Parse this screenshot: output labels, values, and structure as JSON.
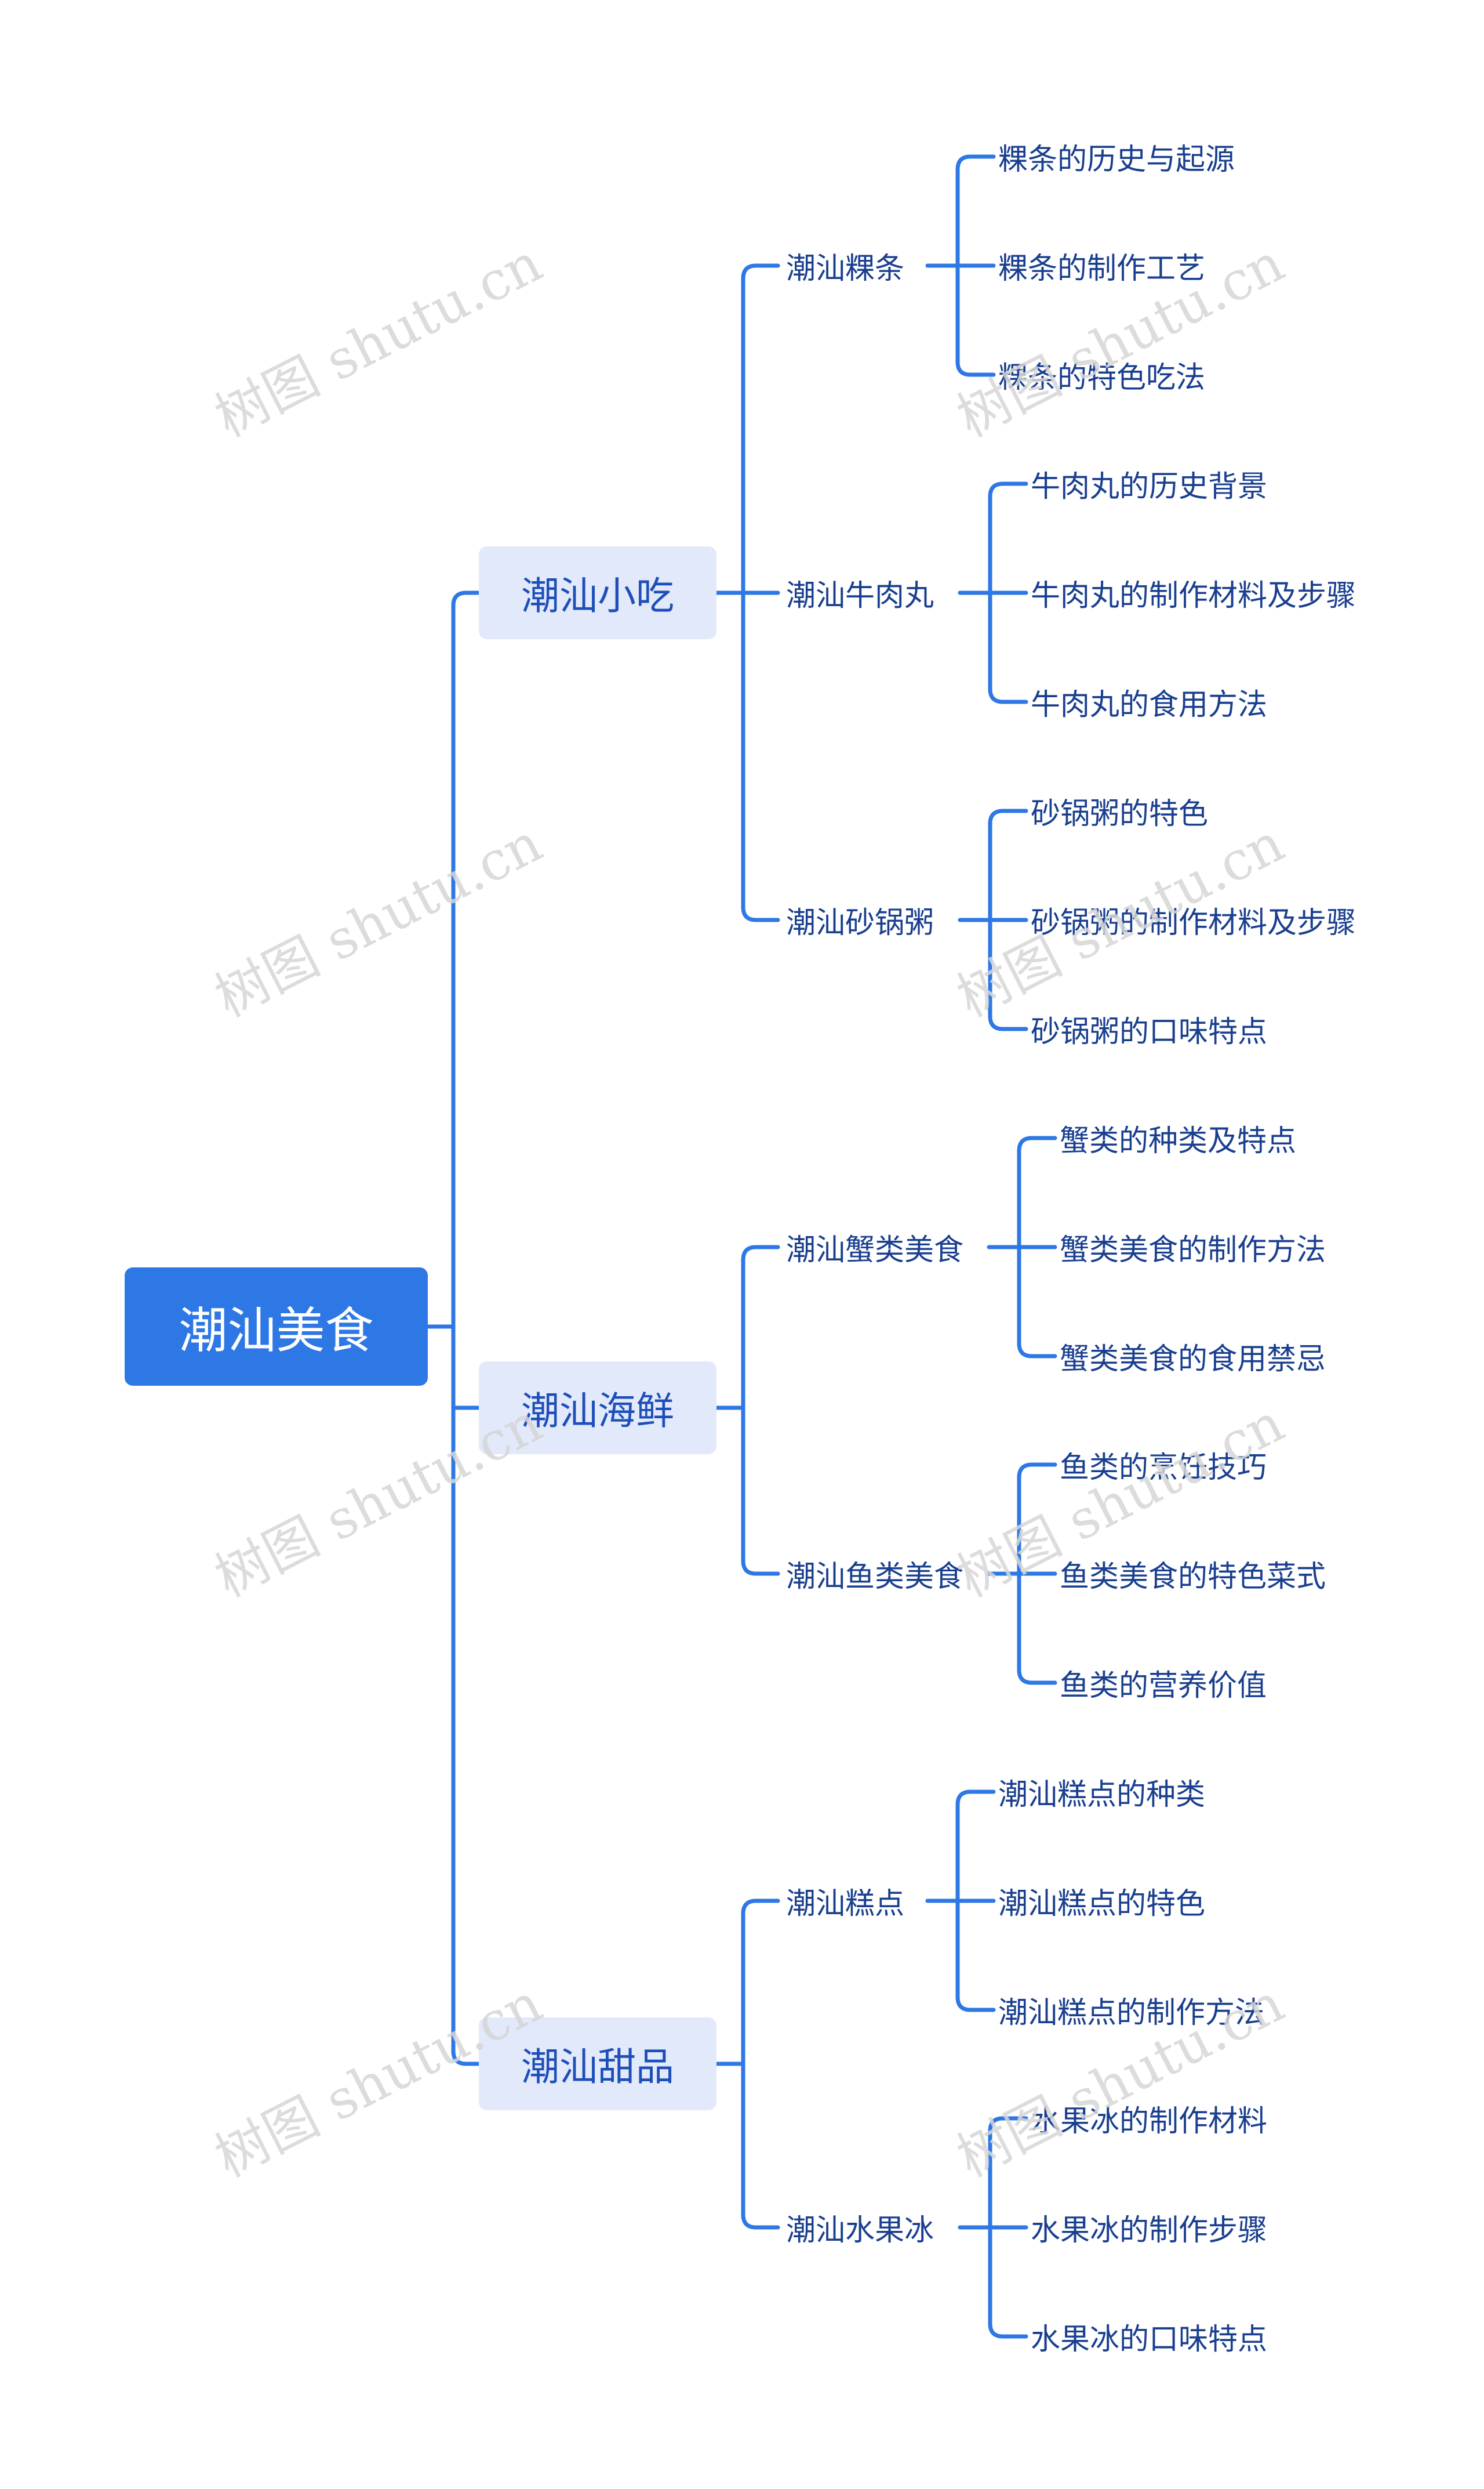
{
  "root": "潮汕美食",
  "branches": [
    {
      "label": "潮汕小吃",
      "children": [
        {
          "label": "潮汕粿条",
          "leaves": [
            "粿条的历史与起源",
            "粿条的制作工艺",
            "粿条的特色吃法"
          ]
        },
        {
          "label": "潮汕牛肉丸",
          "leaves": [
            "牛肉丸的历史背景",
            "牛肉丸的制作材料及步骤",
            "牛肉丸的食用方法"
          ]
        },
        {
          "label": "潮汕砂锅粥",
          "leaves": [
            "砂锅粥的特色",
            "砂锅粥的制作材料及步骤",
            "砂锅粥的口味特点"
          ]
        }
      ]
    },
    {
      "label": "潮汕海鲜",
      "children": [
        {
          "label": "潮汕蟹类美食",
          "leaves": [
            "蟹类的种类及特点",
            "蟹类美食的制作方法",
            "蟹类美食的食用禁忌"
          ]
        },
        {
          "label": "潮汕鱼类美食",
          "leaves": [
            "鱼类的烹饪技巧",
            "鱼类美食的特色菜式",
            "鱼类的营养价值"
          ]
        }
      ]
    },
    {
      "label": "潮汕甜品",
      "children": [
        {
          "label": "潮汕糕点",
          "leaves": [
            "潮汕糕点的种类",
            "潮汕糕点的特色",
            "潮汕糕点的制作方法"
          ]
        },
        {
          "label": "潮汕水果冰",
          "leaves": [
            "水果冰的制作材料",
            "水果冰的制作步骤",
            "水果冰的口味特点"
          ]
        }
      ]
    }
  ],
  "watermark": "树图 shutu.cn",
  "colors": {
    "line": "#2e78e6",
    "root_bg": "#2e78e6",
    "branch_bg": "#e2e9fb",
    "text": "#1a3f8f",
    "watermark": "#d6d6d6"
  }
}
